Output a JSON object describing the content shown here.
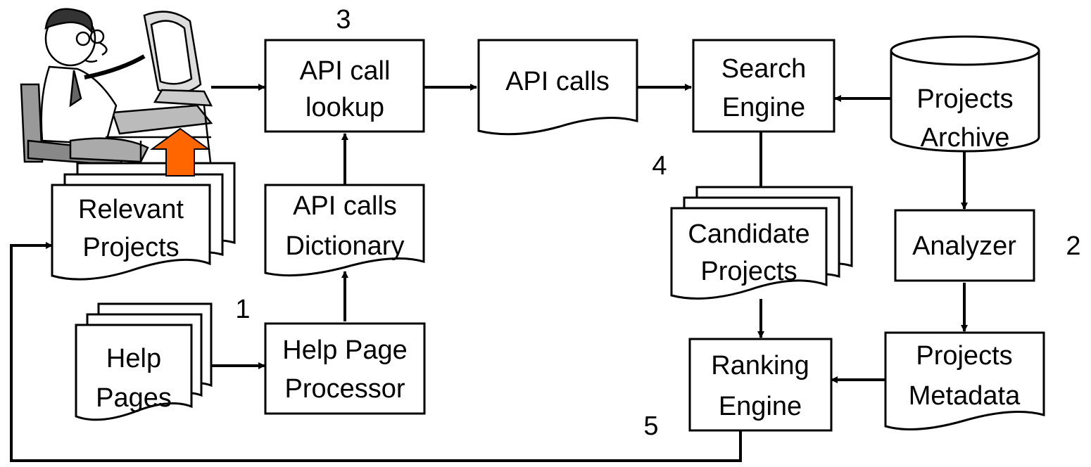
{
  "user_illustration": "programmer-at-computer-icon",
  "nodes": {
    "api_call_lookup": {
      "line1": "API call",
      "line2": "lookup"
    },
    "api_calls": {
      "line1": "API calls"
    },
    "search_engine": {
      "line1": "Search",
      "line2": "Engine"
    },
    "projects_archive": {
      "line1": "Projects",
      "line2": "Archive"
    },
    "relevant_projects": {
      "line1": "Relevant",
      "line2": "Projects"
    },
    "api_calls_dictionary": {
      "line1": "API calls",
      "line2": "Dictionary"
    },
    "candidate_projects": {
      "line1": "Candidate",
      "line2": "Projects"
    },
    "analyzer": {
      "line1": "Analyzer"
    },
    "help_pages": {
      "line1": "Help",
      "line2": "Pages"
    },
    "help_page_processor": {
      "line1": "Help Page",
      "line2": "Processor"
    },
    "ranking_engine": {
      "line1": "Ranking",
      "line2": "Engine"
    },
    "projects_metadata": {
      "line1": "Projects",
      "line2": "Metadata"
    }
  },
  "step_numbers": {
    "n1": "1",
    "n2": "2",
    "n3": "3",
    "n4": "4",
    "n5": "5"
  },
  "colors": {
    "feedback_arrow": "#ff6600",
    "stroke": "#000000"
  }
}
